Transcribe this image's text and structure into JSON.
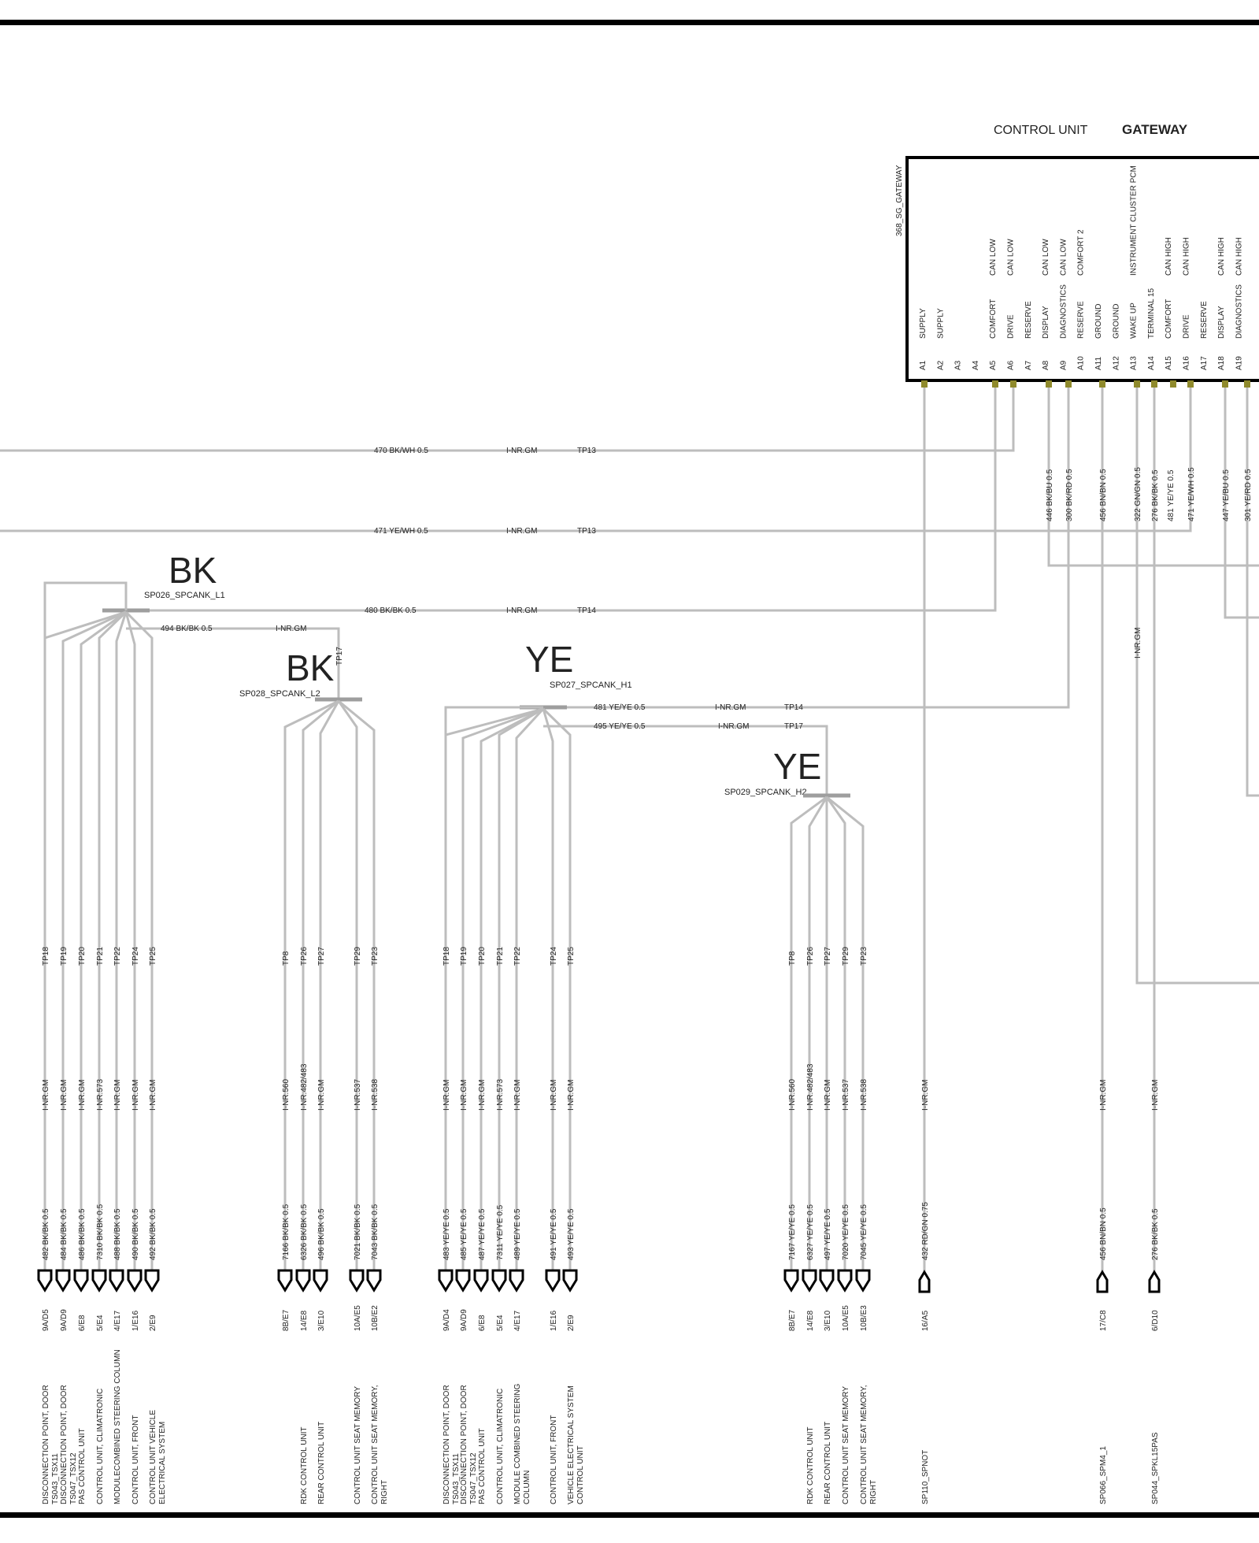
{
  "header": {
    "label": "CONTROL UNIT",
    "name": "GATEWAY"
  },
  "gateway": {
    "id": "368_SG_GATEWAY",
    "pins": [
      {
        "pin": "A1",
        "label": "SUPPLY",
        "sub": ""
      },
      {
        "pin": "A2",
        "label": "SUPPLY",
        "sub": ""
      },
      {
        "pin": "A3",
        "label": "",
        "sub": ""
      },
      {
        "pin": "A4",
        "label": "",
        "sub": ""
      },
      {
        "pin": "A5",
        "label": "COMFORT",
        "sub": "CAN LOW"
      },
      {
        "pin": "A6",
        "label": "DRIVE",
        "sub": "CAN LOW"
      },
      {
        "pin": "A7",
        "label": "RESERVE",
        "sub": ""
      },
      {
        "pin": "A8",
        "label": "DISPLAY",
        "sub": "CAN LOW"
      },
      {
        "pin": "A9",
        "label": "DIAGNOSTICS",
        "sub": "CAN LOW"
      },
      {
        "pin": "A10",
        "label": "RESERVE",
        "sub": "COMFORT 2"
      },
      {
        "pin": "A11",
        "label": "GROUND",
        "sub": ""
      },
      {
        "pin": "A12",
        "label": "GROUND",
        "sub": ""
      },
      {
        "pin": "A13",
        "label": "WAKE UP",
        "sub": "INSTRUMENT CLUSTER PCM"
      },
      {
        "pin": "A14",
        "label": "TERMINAL 15",
        "sub": ""
      },
      {
        "pin": "A15",
        "label": "COMFORT",
        "sub": "CAN HIGH"
      },
      {
        "pin": "A16",
        "label": "DRIVE",
        "sub": "CAN HIGH"
      },
      {
        "pin": "A17",
        "label": "RESERVE",
        "sub": ""
      },
      {
        "pin": "A18",
        "label": "DISPLAY",
        "sub": "CAN HIGH"
      },
      {
        "pin": "A19",
        "label": "DIAGNOSTICS",
        "sub": "CAN HIGH"
      }
    ]
  },
  "h_wires": [
    {
      "wire": "470 BK/WH 0.5",
      "ref": "I-NR.GM",
      "tp": "TP13"
    },
    {
      "wire": "471 YE/WH 0.5",
      "ref": "I-NR.GM",
      "tp": "TP13"
    },
    {
      "wire": "480 BK/BK 0.5",
      "ref": "I-NR.GM",
      "tp": "TP14"
    },
    {
      "wire": "494 BK/BK 0.5",
      "ref": "I-NR.GM",
      "tp": "TP17"
    },
    {
      "wire": "481 YE/YE 0.5",
      "ref": "I-NR.GM",
      "tp": "TP14"
    },
    {
      "wire": "495 YE/YE 0.5",
      "ref": "I-NR.GM",
      "tp": "TP17"
    }
  ],
  "gw_wires": [
    "446 BK/BU 0.5",
    "300 BK/RD 0.5",
    "456 BN/BN 0.5",
    "322 GN/GN 0.5",
    "276 BK/BK 0.5",
    "481 YE/YE 0.5",
    "471 YE/WH 0.5",
    "447 YE/BU 0.5",
    "301 YE/RD 0.5"
  ],
  "a13_ref": "I-NR.GM",
  "splices": [
    {
      "color": "BK",
      "name": "SP026_SPCANK_L1"
    },
    {
      "color": "BK",
      "name": "SP028_SPCANK_L2"
    },
    {
      "color": "YE",
      "name": "SP027_SPCANK_H1"
    },
    {
      "color": "YE",
      "name": "SP029_SPCANK_H2"
    }
  ],
  "drops": [
    {
      "tp": "TP18",
      "ref": "I-NR.GM",
      "wire": "482 BK/BK 0.5",
      "loc": "9A/D5",
      "dest": "DISCONNECTION POINT, DOOR  TS043_TSX11"
    },
    {
      "tp": "TP19",
      "ref": "I-NR.GM",
      "wire": "484 BK/BK 0.5",
      "loc": "9A/D9",
      "dest": "DISCONNECTION POINT, DOOR  TS047_TSX12"
    },
    {
      "tp": "TP20",
      "ref": "I-NR.GM",
      "wire": "486 BK/BK 0.5",
      "loc": "6/E8",
      "dest": "PAS CONTROL UNIT"
    },
    {
      "tp": "TP21",
      "ref": "I-NR.573",
      "wire": "7310 BK/BK 0.5",
      "loc": "5/E4",
      "dest": "CONTROL UNIT, CLIMATRONIC"
    },
    {
      "tp": "TP22",
      "ref": "I-NR.GM",
      "wire": "488 BK/BK 0.5",
      "loc": "4/E17",
      "dest": "MODULECOMBINED STEERING COLUMN"
    },
    {
      "tp": "TP24",
      "ref": "I-NR.GM",
      "wire": "490 BK/BK 0.5",
      "loc": "1/E16",
      "dest": "CONTROL UNIT, FRONT"
    },
    {
      "tp": "TP25",
      "ref": "I-NR.GM",
      "wire": "492 BK/BK 0.5",
      "loc": "2/E9",
      "dest": "CONTROL UNIT VEHICLE ELECTRICAL SYSTEM"
    },
    {
      "tp": "TP8",
      "ref": "I-NR.560",
      "wire": "7166 BK/BK 0.5",
      "loc": "8B/E7",
      "dest": ""
    },
    {
      "tp": "TP26",
      "ref": "I-NR.482/483",
      "wire": "6326 BK/BK 0.5",
      "loc": "14/E8",
      "dest": "RDK CONTROL UNIT"
    },
    {
      "tp": "TP27",
      "ref": "I-NR.GM",
      "wire": "496 BK/BK 0.5",
      "loc": "3/E10",
      "dest": "REAR CONTROL UNIT"
    },
    {
      "tp": "TP29",
      "ref": "I-NR.537",
      "wire": "7021 BK/BK 0.5",
      "loc": "10A/E5",
      "dest": "CONTROL UNIT SEAT  MEMORY"
    },
    {
      "tp": "TP23",
      "ref": "I-NR.538",
      "wire": "7043 BK/BK 0.5",
      "loc": "10B/E2",
      "dest": "CONTROL UNIT SEAT MEMORY, RIGHT"
    },
    {
      "tp": "TP18",
      "ref": "I-NR.GM",
      "wire": "483 YE/YE 0.5",
      "loc": "9A/D4",
      "dest": "DISCONNECTION POINT, DOOR TS043_TSX11"
    },
    {
      "tp": "TP19",
      "ref": "I-NR.GM",
      "wire": "485 YE/YE 0.5",
      "loc": "9A/D9",
      "dest": "DISCONNECTION POINT, DOOR TS047_TSX12"
    },
    {
      "tp": "TP20",
      "ref": "I-NR.GM",
      "wire": "487 YE/YE 0.5",
      "loc": "6/E8",
      "dest": "PAS CONTROL UNIT"
    },
    {
      "tp": "TP21",
      "ref": "I-NR.573",
      "wire": "7311 YE/YE 0.5",
      "loc": "5/E4",
      "dest": "CONTROL UNIT, CLIMATRONIC"
    },
    {
      "tp": "TP22",
      "ref": "I-NR.GM",
      "wire": "489 YE/YE 0.5",
      "loc": "4/E17",
      "dest": "MODULE COMBINED STEERING COLUMN"
    },
    {
      "tp": "TP24",
      "ref": "I-NR.GM",
      "wire": "491 YE/YE 0.5",
      "loc": "1/E16",
      "dest": "CONTROL UNIT, FRONT"
    },
    {
      "tp": "TP25",
      "ref": "I-NR.GM",
      "wire": "493 YE/YE 0.5",
      "loc": "2/E9",
      "dest": "VEHICLE ELECTRICAL SYSTEM CONTROL UNIT"
    },
    {
      "tp": "TP8",
      "ref": "I-NR.560",
      "wire": "7167 YE/YE 0.5",
      "loc": "8B/E7",
      "dest": ""
    },
    {
      "tp": "TP26",
      "ref": "I-NR.482/483",
      "wire": "6327 YE/YE 0.5",
      "loc": "14/E8",
      "dest": "RDK CONTROL UNIT"
    },
    {
      "tp": "TP27",
      "ref": "I-NR.GM",
      "wire": "497 YE/YE 0.5",
      "loc": "3/E10",
      "dest": "REAR CONTROL UNIT"
    },
    {
      "tp": "TP29",
      "ref": "I-NR.537",
      "wire": "7020 YE/YE 0.5",
      "loc": "10A/E5",
      "dest": "CONTROL UNIT  SEAT  MEMORY"
    },
    {
      "tp": "TP23",
      "ref": "I-NR.538",
      "wire": "7045 YE/YE 0.5",
      "loc": "10B/E3",
      "dest": "CONTROL UNIT SEAT MEMORY, RIGHT"
    },
    {
      "tp": "",
      "ref": "I-NR.GM",
      "wire": "432 RD/GN 0.75",
      "loc": "16/A5",
      "dest": "SP110_SPNOT"
    },
    {
      "tp": "",
      "ref": "I-NR.GM",
      "wire": "456 BN/BN 0.5",
      "loc": "17/C8",
      "dest": "SP066_SPM4_1"
    },
    {
      "tp": "",
      "ref": "I-NR.GM",
      "wire": "276 BK/BK 0.5",
      "loc": "6/D10",
      "dest": "SP044_SPKL15PAS"
    }
  ]
}
